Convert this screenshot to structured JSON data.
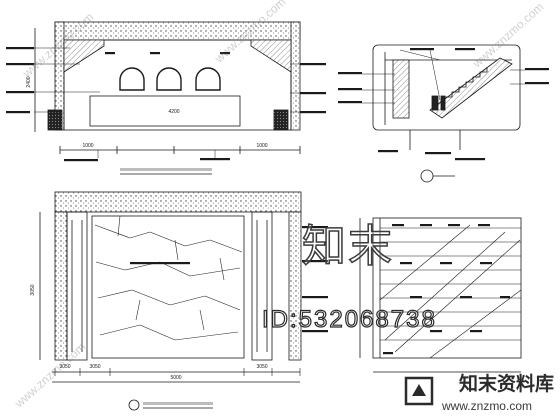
{
  "drawing": {
    "id_stamp": "ID:532068738",
    "dimensions": {
      "top_left": [
        "1000",
        "4200",
        "1000",
        "2400"
      ],
      "bottom_left": [
        "3050",
        "3050",
        "3050",
        "5000",
        "3050"
      ]
    }
  },
  "watermark": {
    "big": "知末",
    "brand_cn": "知末资料库",
    "site": "www.znzmo.com",
    "diagonal": "www.znzmo.com"
  },
  "colors": {
    "line": "#1a1a1a",
    "hatch": "#555555",
    "paper": "#ffffff"
  }
}
